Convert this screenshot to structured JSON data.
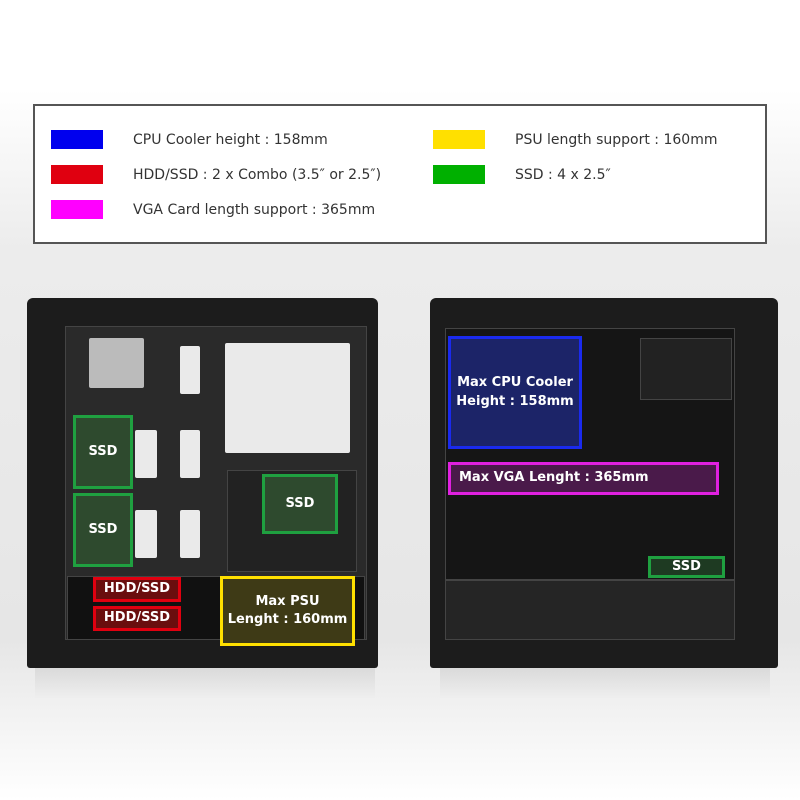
{
  "legend": [
    {
      "label": "CPU Cooler height : 158mm",
      "color": "#0000ee"
    },
    {
      "label": "HDD/SSD : 2 x Combo (3.5″ or 2.5″)",
      "color": "#e00010"
    },
    {
      "label": "VGA Card length support : 365mm",
      "color": "#ff00ff"
    },
    {
      "label": "PSU length support : 160mm",
      "color": "#ffe000"
    },
    {
      "label": "SSD : 4 x 2.5″",
      "color": "#00b000"
    }
  ],
  "left_case": {
    "ssd1": "SSD",
    "ssd2": "SSD",
    "ssd3": "SSD",
    "hdd1": "HDD/SSD",
    "hdd2": "HDD/SSD",
    "psu": "Max PSU\nLenght : 160mm"
  },
  "right_case": {
    "cpu": "Max CPU Cooler\nHeight : 158mm",
    "vga": "Max VGA Lenght : 365mm",
    "ssd": "SSD"
  }
}
